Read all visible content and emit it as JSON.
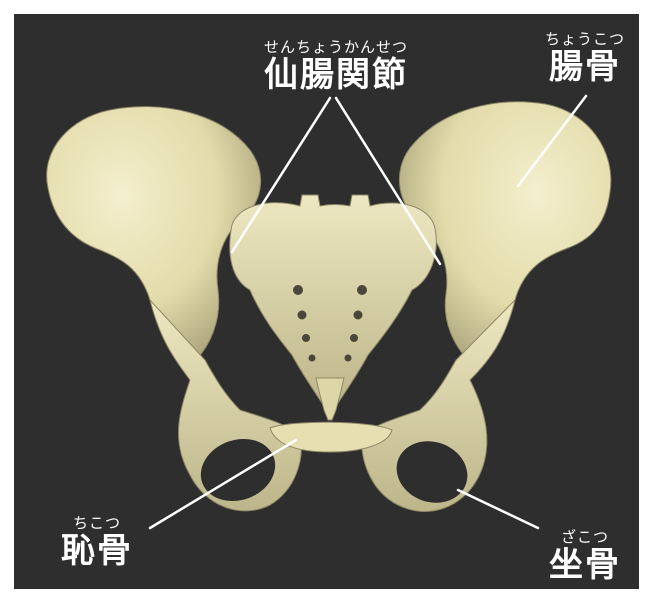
{
  "image": {
    "subject": "pelvis",
    "colors": {
      "background": "#2e2e2e",
      "bone": "#e9e3b6",
      "bone_shadow": "#b9b287",
      "line": "#ffffff",
      "text": "#ffffff"
    }
  },
  "labels": {
    "sacroiliac_joint": {
      "reading": "せんちょうかんせつ",
      "text": "仙腸関節"
    },
    "ilium": {
      "reading": "ちょうこつ",
      "text": "腸骨"
    },
    "pubis": {
      "reading": "ちこつ",
      "text": "恥骨"
    },
    "ischium": {
      "reading": "ざこつ",
      "text": "坐骨"
    }
  }
}
